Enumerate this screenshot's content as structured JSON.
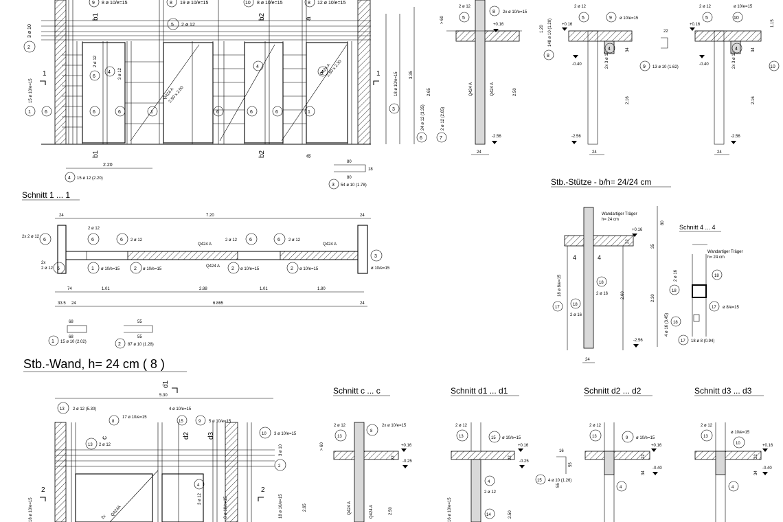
{
  "headings": {
    "schnitt_1_1": "Schnitt 1 ... 1",
    "stb_wand": "Stb.-Wand, h= 24 cm ( 8 )",
    "stb_stuetze": "Stb.-Stütze - b/h= 24/24 cm",
    "schnitt_4_4": "Schnitt 4 ... 4",
    "schnitt_c_c": "Schnitt c ... c",
    "schnitt_d1_d1": "Schnitt d1 ... d1",
    "schnitt_d2_d2": "Schnitt d2 ... d2",
    "schnitt_d3_d3": "Schnitt d3 ... d3"
  },
  "top_elevation": {
    "bar_labels": [
      {
        "mark": "9",
        "text": "8 ø 10/e=15"
      },
      {
        "mark": "8",
        "text": "19 ø 10/e=15"
      },
      {
        "mark": "10",
        "text": "8 ø 10/e=15"
      },
      {
        "mark": "8",
        "text": "12 ø 10/e=15"
      },
      {
        "mark": "5",
        "text": "2 ø 12"
      },
      {
        "mark": "2",
        "text": "3 ø 10"
      },
      {
        "mark": "6",
        "text": "2 ø 12"
      },
      {
        "mark": "4",
        "text": "3 ø 12"
      },
      {
        "mark": "1",
        "text": "15 ø 10/e=15"
      },
      {
        "mark": "3",
        "text": "18 ø 10/e=15"
      },
      {
        "mark": "6",
        "text": "24 ø 12 (3.35)"
      },
      {
        "mark": "7",
        "text": "2 ø 12 (2.65)"
      }
    ],
    "mesh_labels": [
      "Q424 A",
      "2.50 x 2.00",
      "2.50 x 2.30"
    ],
    "cut_marks": [
      "1",
      "b1",
      "b2",
      "a"
    ],
    "dims": {
      "length": "2.20",
      "height1": "3.35",
      "height2": "2.65"
    },
    "schedule": [
      {
        "mark": "4",
        "text": "15 ø 12 (2.20)"
      },
      {
        "mark": "3",
        "text": "54 ø 10 (1.78)",
        "dim_a": "80",
        "dim_b": "18"
      }
    ]
  },
  "top_sections": {
    "levels": [
      "+0.16",
      "-0.40",
      "-2.56"
    ],
    "dims": [
      "> 60",
      "1.20",
      "2.50",
      "2.16",
      "34",
      "22",
      "24",
      "1.15"
    ],
    "labels": [
      {
        "mark": "5",
        "text": "2 ø 12"
      },
      {
        "mark": "8",
        "text": "2x ø 10/e=15"
      },
      {
        "mark": "9",
        "text": "ø 10/e=15"
      },
      {
        "mark": "10",
        "text": "ø 10/e=15"
      },
      {
        "mark": "4",
        "text": "2x 3 ø 12"
      },
      {
        "mark": "9",
        "text": "13 ø 10 (1.62)"
      },
      {
        "mark": "8",
        "text": "148 ø 10 (1.20)"
      }
    ],
    "mesh": "Q424 A"
  },
  "schnitt_1": {
    "dims_top": [
      "24",
      "7.20",
      "24"
    ],
    "dims_mid": [
      "74",
      "1.01",
      "2.88",
      "1.01",
      "1.80"
    ],
    "dims_bottom": [
      "33.5",
      "24",
      "6.865",
      "24"
    ],
    "labels": [
      {
        "mark": "6",
        "text": "2x 2 ø 12"
      },
      {
        "mark": "6",
        "text": "2 ø 12"
      },
      {
        "mark": "6",
        "text": "2 ø 12"
      },
      {
        "mark": "6",
        "text": "2 ø 12"
      },
      {
        "mark": "6",
        "text": "2 ø 12"
      },
      {
        "mark": "1",
        "text": "ø 10/e=15"
      },
      {
        "mark": "2",
        "text": "ø 10/e=15"
      },
      {
        "mark": "2",
        "text": "ø 10/e=15"
      },
      {
        "mark": "2",
        "text": "ø 10/e=15"
      },
      {
        "mark": "3",
        "text": "ø 10/e=15"
      }
    ],
    "mesh": "Q424 A",
    "schedule": [
      {
        "mark": "1",
        "text": "15 ø 10 (2.02)",
        "dims": "68"
      },
      {
        "mark": "2",
        "text": "87 ø 10 (1.28)",
        "dims": "55"
      }
    ]
  },
  "stuetze": {
    "beam_label": "Wandartiger Träger",
    "beam_h": "h= 24 cm",
    "levels": [
      "+0.16",
      "-2.56"
    ],
    "dims": [
      "80",
      "35",
      "22",
      "2.60",
      "2.30",
      "24"
    ],
    "labels": [
      {
        "mark": "17",
        "text": "18 ø 8/e=15"
      },
      {
        "mark": "18",
        "text": "2 ø 16"
      },
      {
        "mark": "18",
        "text": "2 ø 16"
      },
      {
        "mark": "17",
        "text": "ø 8/e=15"
      },
      {
        "mark": "18",
        "text": "4 ø 16 (3.45)"
      },
      {
        "mark": "17",
        "text": "18 ø 8 (0.94)"
      }
    ],
    "cut_mark": "4"
  },
  "bottom": {
    "cut_d1": "d1",
    "len": "5.30",
    "labels": [
      {
        "mark": "13",
        "text": "2 ø 12 (5.30)"
      },
      {
        "mark": "8",
        "text": "17 ø 10/e=15"
      },
      {
        "mark": "4",
        "text": "4 ø 10/e=15"
      },
      {
        "mark": "15",
        "text": ""
      },
      {
        "mark": "9",
        "text": "5 ø 10/e=15"
      },
      {
        "mark": "10",
        "text": "3 ø 10/e=15"
      },
      {
        "mark": "13",
        "text": "2 ø 12"
      },
      {
        "mark": "2",
        "text": "3 ø 10"
      },
      {
        "mark": "4",
        "text": "3 ø 12"
      },
      {
        "mark": "15",
        "text": "4 ø 10 (1.26)"
      }
    ],
    "cut_marks": [
      "c",
      "d2",
      "d3",
      "2"
    ],
    "section_labels": [
      {
        "mark": "13",
        "text": "2 ø 12"
      },
      {
        "mark": "8",
        "text": "2x ø 10/e=15"
      },
      {
        "mark": "15",
        "text": "ø 10/e=15"
      },
      {
        "mark": "9",
        "text": "ø 10/e=15"
      },
      {
        "mark": "10",
        "text": "ø 10/e=15"
      },
      {
        "mark": "14",
        "text": ""
      }
    ],
    "levels": [
      "+0.16",
      "-0.25",
      "-0.40"
    ],
    "dims": [
      "> 60",
      "22",
      "34",
      "2.50",
      "16",
      "55"
    ]
  }
}
